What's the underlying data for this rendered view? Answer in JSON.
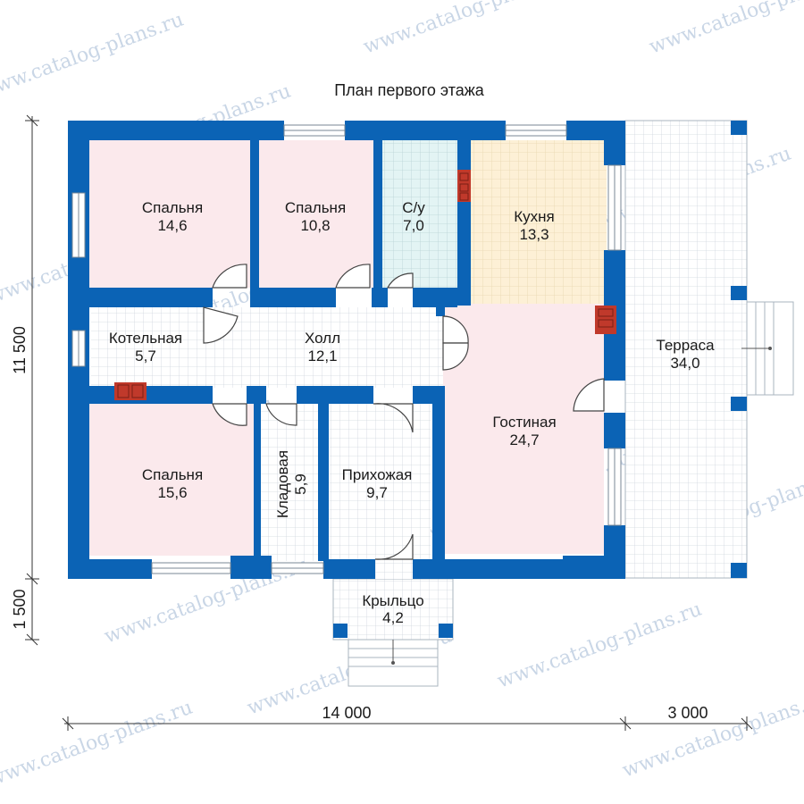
{
  "title": "План первого этажа",
  "watermark": "www.catalog-plans.ru",
  "colors": {
    "wall": "#0b63b5",
    "bedroom_floor": "#fbe9ec",
    "bath_floor": "#e3f4f4",
    "kitchen_floor": "#fdf0d6",
    "tile_floor": "#ffffff",
    "stove": "#c0392b",
    "grid_line": "#cfd6de"
  },
  "rooms": {
    "bedroom1": {
      "name": "Спальня",
      "area": "14,6"
    },
    "bedroom2": {
      "name": "Спальня",
      "area": "10,8"
    },
    "bathroom": {
      "name": "С/у",
      "area": "7,0"
    },
    "kitchen": {
      "name": "Кухня",
      "area": "13,3"
    },
    "terrace": {
      "name": "Терраса",
      "area": "34,0"
    },
    "boiler": {
      "name": "Котельная",
      "area": "5,7"
    },
    "hall": {
      "name": "Холл",
      "area": "12,1"
    },
    "living": {
      "name": "Гостиная",
      "area": "24,7"
    },
    "bedroom3": {
      "name": "Спальня",
      "area": "15,6"
    },
    "pantry": {
      "name": "Кладовая",
      "area": "5,9"
    },
    "entry": {
      "name": "Прихожая",
      "area": "9,7"
    },
    "porch": {
      "name": "Крыльцо",
      "area": "4,2"
    }
  },
  "dimensions": {
    "width_main": "14 000",
    "width_terrace": "3 000",
    "height_main": "11 500",
    "height_porch": "1 500"
  }
}
